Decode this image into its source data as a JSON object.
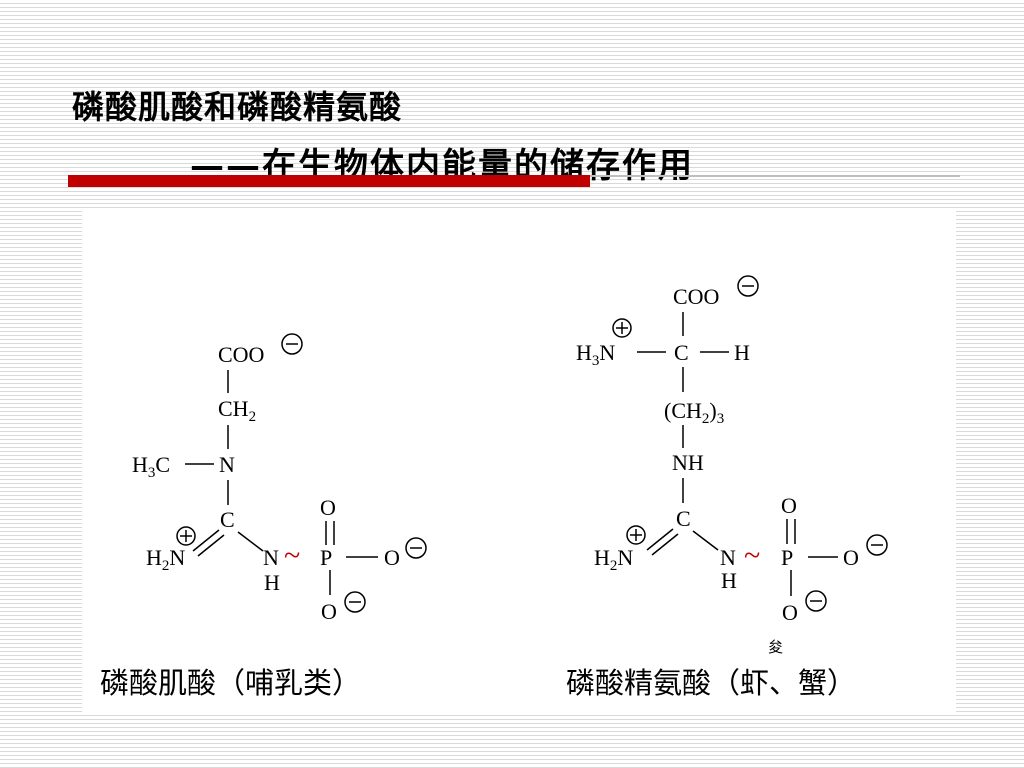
{
  "slide": {
    "title": "磷酸肌酸和磷酸精氨酸",
    "subtitle": "——在生物体内能量的储存作用"
  },
  "figure": {
    "left": {
      "caption": "磷酸肌酸（哺乳类）",
      "labels": {
        "coo": "COO",
        "ch2": "CH",
        "ch2_sub": "2",
        "n_methyl": "N",
        "h3c": "H",
        "h3c_sub": "3",
        "h3c_c": "C",
        "c": "C",
        "h2n": "H",
        "h2n_sub": "2",
        "h2n_n": "N",
        "nh_n": "N",
        "nh_h": "H",
        "tilde": "~",
        "p": "P",
        "o_top": "O",
        "o_right": "O",
        "o_bottom": "O"
      }
    },
    "right": {
      "caption": "磷酸精氨酸（虾、蟹）",
      "labels": {
        "coo": "COO",
        "h3n": "H",
        "h3n_sub": "3",
        "h3n_n": "N",
        "c_alpha": "C",
        "h": "H",
        "ch2_3_open": "(CH",
        "ch2_3_sub": "2",
        "ch2_3_close": ")",
        "ch2_3_count": "3",
        "nh": "NH",
        "c": "C",
        "h2n": "H",
        "h2n_sub": "2",
        "h2n_n": "N",
        "nh_n": "N",
        "nh_h": "H",
        "tilde": "~",
        "p": "P",
        "o_top": "O",
        "o_right": "O",
        "o_bottom": "O"
      }
    },
    "stray_glyph": "夋"
  },
  "colors": {
    "accent_bar": "#c00000",
    "tilde": "#c00000",
    "rule": "#bfbfbf"
  }
}
